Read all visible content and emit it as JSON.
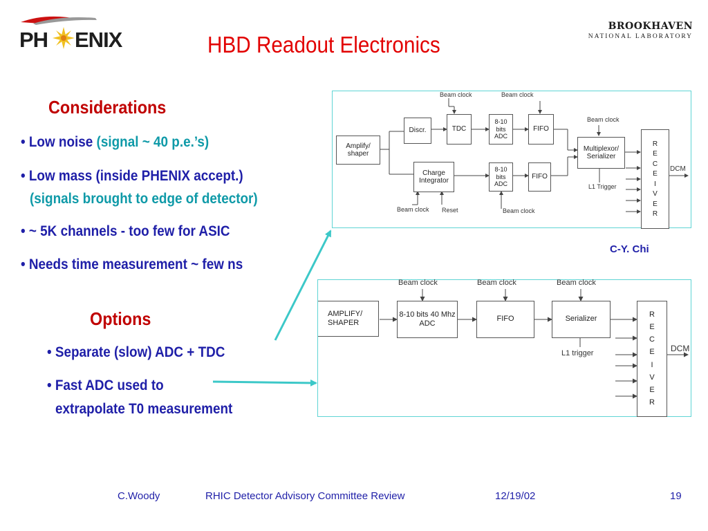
{
  "header": {
    "title": "HBD Readout Electronics",
    "phenix_logo": {
      "text_left": "PH",
      "text_right": "ENIX",
      "icon": "sunburst-icon"
    },
    "bnl_logo": {
      "line1": "BROOKHAVEN",
      "line2": "NATIONAL LABORATORY"
    }
  },
  "considerations": {
    "heading": "Considerations",
    "bullets": [
      {
        "main": "Low noise",
        "aside": "(signal ~ 40 p.e.’s)"
      },
      {
        "main": "Low mass (inside PHENIX accept.)",
        "aside": "(signals brought to edge of detector)"
      },
      {
        "main": "~ 5K channels - too few for ASIC"
      },
      {
        "main": "Needs time measurement ~ few ns"
      }
    ]
  },
  "options": {
    "heading": "Options",
    "bullets": [
      {
        "line1": "Separate (slow) ADC + TDC"
      },
      {
        "line1": "Fast ADC used to",
        "line2": "extrapolate T0 measurement"
      }
    ]
  },
  "diagram_top": {
    "amp": "Amplify/ shaper",
    "discr": "Discr.",
    "tdc": "TDC",
    "adc_top": "8-10 bits ADC",
    "fifo_top": "FIFO",
    "charge_integrator": "Charge Integrator",
    "adc_bot": "8-10 bits ADC",
    "fifo_bot": "FIFO",
    "mux": "Multiplexor/ Serializer",
    "receiver_letters": [
      "R",
      "E",
      "C",
      "E",
      "I",
      "V",
      "E",
      "R"
    ],
    "beam_clock_1": "Beam clock",
    "beam_clock_2": "Beam clock",
    "beam_clock_3": "Beam clock",
    "beam_clock_4": "Beam clock",
    "beam_clock_5": "Beam clock",
    "reset": "Reset",
    "l1_trigger": "L1 Trigger",
    "dcm": "DCM"
  },
  "credit": "C-Y. Chi",
  "diagram_bottom": {
    "amp": "AMPLIFY/ SHAPER",
    "adc": "8-10 bits 40 Mhz ADC",
    "fifo": "FIFO",
    "serializer": "Serializer",
    "receiver_letters": [
      "R",
      "E",
      "C",
      "E",
      "I",
      "V",
      "E",
      "R"
    ],
    "beam_clock_1": "Beam clock",
    "beam_clock_2": "Beam clock",
    "beam_clock_3": "Beam clock",
    "l1_trigger": "L1 trigger",
    "dcm": "DCM"
  },
  "footer": {
    "author": "C.Woody",
    "event": "RHIC Detector Advisory Committee Review",
    "date": "12/19/02",
    "page": "19"
  },
  "colors": {
    "title": "#e20000",
    "heading": "#c00000",
    "body": "#1f1fa8",
    "aside": "#0f9aa8",
    "pointer": "#3cc8c8"
  }
}
